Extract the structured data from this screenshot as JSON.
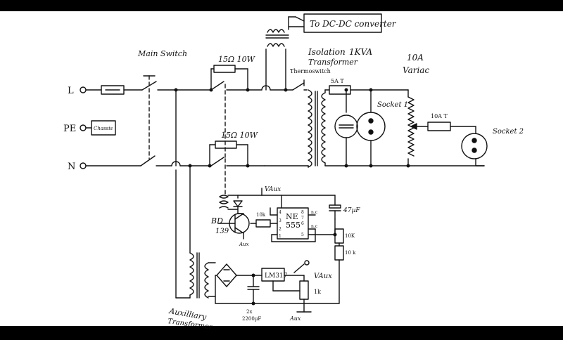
{
  "labels": {
    "to_dcdc": "To DC-DC converter",
    "main_switch": "Main Switch",
    "r_top": "15Ω 10W",
    "r_bottom": "15Ω 10W",
    "isolation": "Isolation",
    "transformer": "Transformer",
    "kva": "1KVA",
    "thermoswitch": "Thermoswitch",
    "fuse_5a": "5A T",
    "variac_amp": "10A",
    "variac": "Variac",
    "socket1": "Socket 1",
    "fuse_10a": "10A T",
    "socket2": "Socket 2",
    "line_l": "L",
    "line_pe": "PE",
    "line_n": "N",
    "chassis": "Chassis",
    "vaux_top": "VAux",
    "ne555_a": "NE",
    "ne555_b": "555",
    "r10k_base": "10k",
    "cap47": "47µF",
    "r10k_a": "10K",
    "r10k_b": "10 k",
    "bd": "BD",
    "bd_num": "139",
    "aux_e": "Aux",
    "lm317": "LM317",
    "vaux_out": "VAux",
    "pot_1k": "1k",
    "aux_gnd": "Aux",
    "caps_a": "2x",
    "caps_b": "2200µF",
    "aux_tr_a": "Auxilliary",
    "aux_tr_b": "Transformer",
    "pin_4": "4",
    "pin_8": "8",
    "pin_7": "7",
    "pin_6": "6",
    "pin_2": "2",
    "pin_3": "3",
    "pin_5": "5",
    "pin_1": "1",
    "pin_nc1": "n.c",
    "pin_nc2": "n.c"
  }
}
